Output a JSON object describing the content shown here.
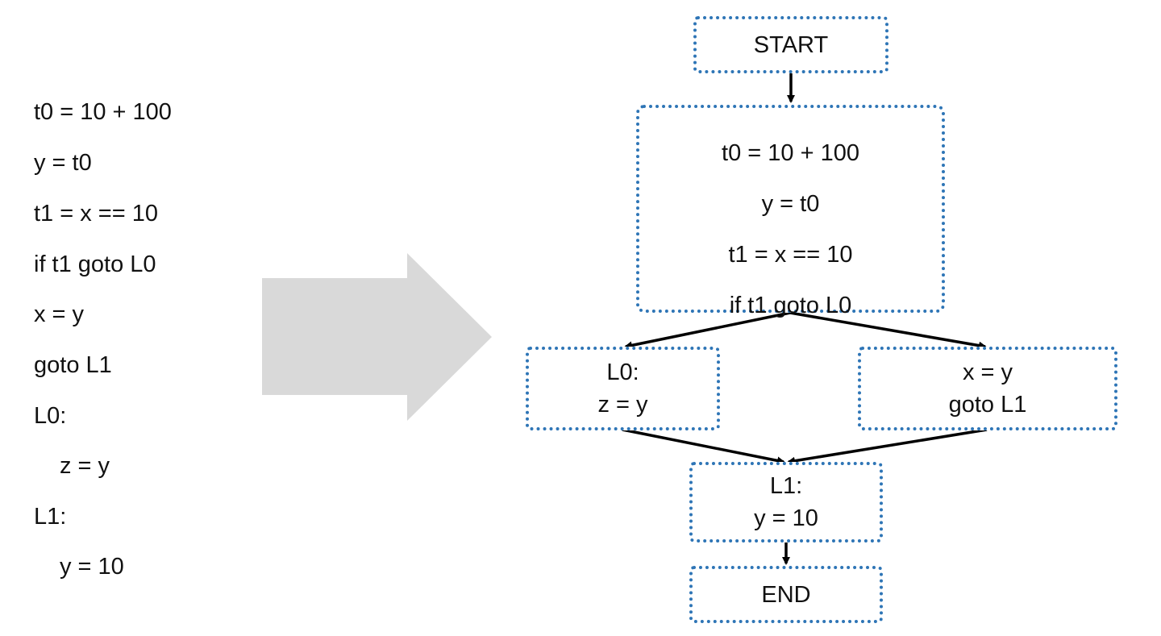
{
  "code_listing": {
    "lines": [
      "t0 = 10 + 100",
      "y = t0",
      "t1 = x == 10",
      "if t1 goto L0",
      "x = y",
      "goto L1",
      "L0:",
      "z = y",
      "L1:",
      "y = 10"
    ]
  },
  "flow_graph": {
    "start": {
      "lines": [
        "START"
      ]
    },
    "entry_block": {
      "lines": [
        "t0 = 10 + 100",
        "y = t0",
        "t1 = x == 10",
        "if t1 goto L0"
      ]
    },
    "l0_block": {
      "lines": [
        "L0:",
        "z = y"
      ]
    },
    "else_block": {
      "lines": [
        "x = y",
        "goto L1"
      ]
    },
    "l1_block": {
      "lines": [
        "L1:",
        "y = 10"
      ]
    },
    "end": {
      "lines": [
        "END"
      ]
    }
  },
  "colors": {
    "node_border": "#2e75b6",
    "arrow": "#000000",
    "transform_arrow": "#d9d9d9"
  }
}
